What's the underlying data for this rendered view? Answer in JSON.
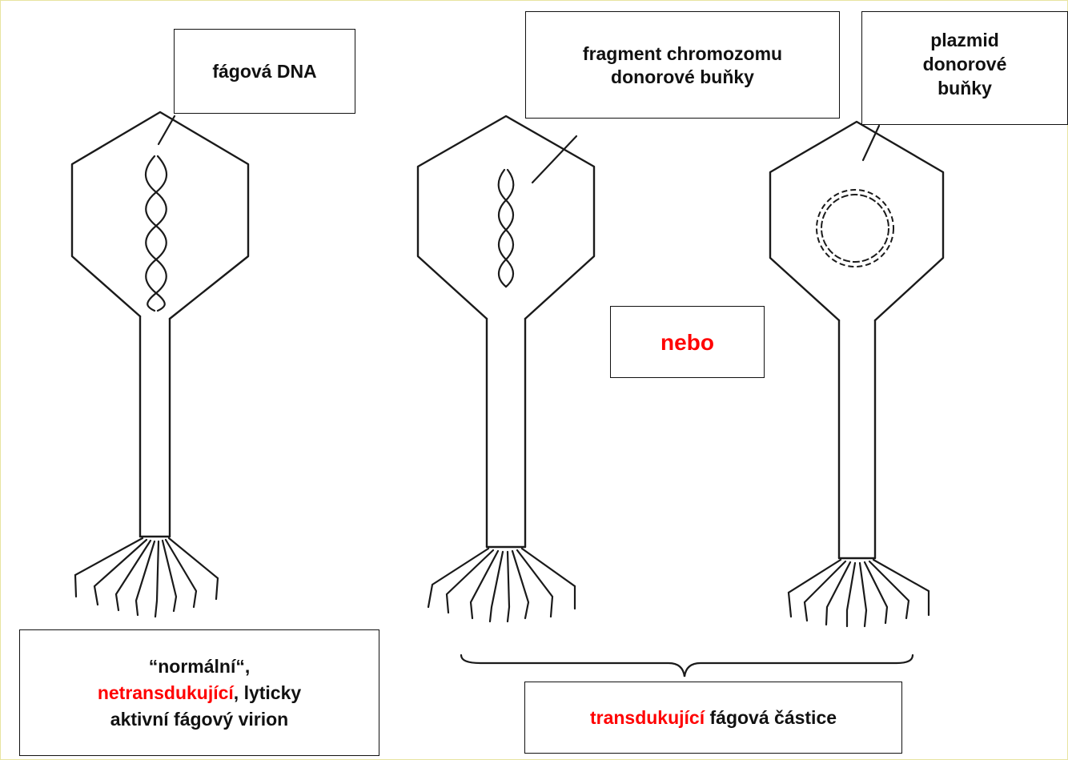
{
  "labels": {
    "phage_dna": "fágová DNA",
    "fragment_line1": "fragment chromozomu",
    "fragment_line2": "donorové buňky",
    "plasmid_line1": "plazmid",
    "plasmid_line2": "donorové",
    "plasmid_line3": "buňky",
    "or_word": "nebo",
    "normal_line1": "“normální“,",
    "normal_line2_red": "netransdukující",
    "normal_line2_rest": ", lyticky",
    "normal_line3": "aktivní fágový virion",
    "transducing_red": "transdukující",
    "transducing_rest": " fágová částice"
  },
  "colors": {
    "text": "#111111",
    "highlight": "#ff0000",
    "background": "#ffffff",
    "frame": "#e8e4a0"
  }
}
